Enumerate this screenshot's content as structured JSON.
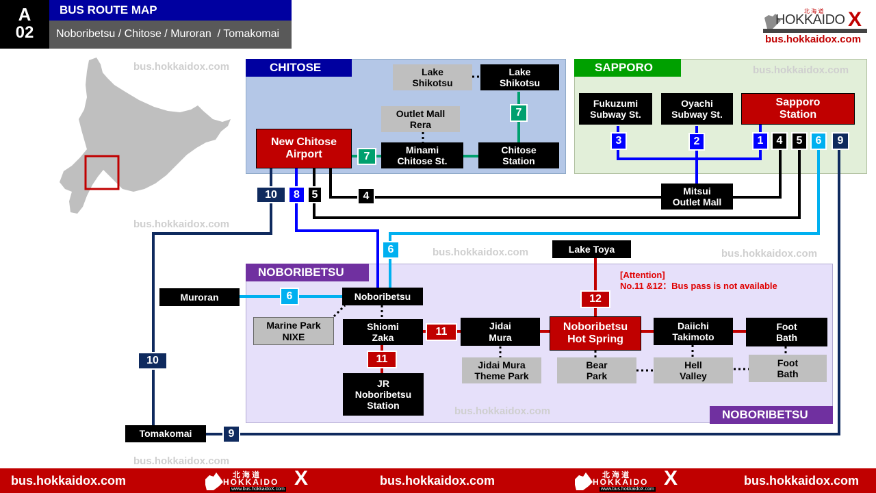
{
  "header": {
    "badge_letter": "A",
    "badge_number": "02",
    "title": "BUS ROUTE MAP",
    "subtitle": "Noboribetsu / Chitose / Muroran  / Tomakomai"
  },
  "brand": {
    "logo_text": "HOKKAIDO",
    "logo_x": "X",
    "logo_kanji": "北 海 道",
    "url": "bus.hokkaidox.com",
    "footer_small": "www.bus.hokkaidoX.com"
  },
  "watermark": "bus.hokkaidox.com",
  "regions": {
    "chitose": "CHITOSE",
    "sapporo": "SAPPORO",
    "noboribetsu": "NOBORIBETSU",
    "noboribetsu_bottom": "NOBORIBETSU"
  },
  "stops": {
    "lake_shikotsu_gray": "Lake\nShikotsu",
    "lake_shikotsu": "Lake\nShikotsu",
    "outlet_mall_rera": "Outlet Mall\nRera",
    "new_chitose_airport": "New Chitose\nAirport",
    "minami_chitose": "Minami\nChitose St.",
    "chitose_station": "Chitose\nStation",
    "fukuzumi": "Fukuzumi\nSubway St.",
    "oyachi": "Oyachi\nSubway St.",
    "sapporo_station": "Sapporo\nStation",
    "mitsui_outlet": "Mitsui\nOutlet Mall",
    "lake_toya": "Lake Toya",
    "muroran": "Muroran",
    "noboribetsu": "Noboribetsu",
    "marine_park": "Marine Park\nNIXE",
    "shiomi_zaka": "Shiomi\nZaka",
    "jr_noboribetsu": "JR\nNoboribetsu\nStation",
    "jidai_mura": "Jidai\nMura",
    "jidai_mura_theme": "Jidai Mura\nTheme Park",
    "noboribetsu_hot_spring": "Noboribetsu\nHot Spring",
    "bear_park": "Bear\nPark",
    "daiichi_takimoto": "Daiichi\nTakimoto",
    "hell_valley": "Hell\nValley",
    "foot_bath_black": "Foot\nBath",
    "foot_bath_gray": "Foot\nBath",
    "tomakomai": "Tomakomai"
  },
  "routes": {
    "r1": "1",
    "r2": "2",
    "r3": "3",
    "r4": "4",
    "r5": "5",
    "r6": "6",
    "r7": "7",
    "r8": "8",
    "r9": "9",
    "r10": "10",
    "r11": "11",
    "r12": "12"
  },
  "attention": {
    "title": "[Attention]",
    "text": "No.11 &12：Bus pass is not available"
  },
  "colors": {
    "navy": "#0f2a5e",
    "blue": "#0000ff",
    "sky": "#00b0f0",
    "green": "#00a06e",
    "red": "#c00000",
    "black": "#000000",
    "chitose_bg": "#b4c7e7",
    "sapporo_bg": "#e2efd9",
    "noboribetsu_bg": "#e6e0fa",
    "purple": "#7030a0",
    "footer": "#c00000"
  }
}
